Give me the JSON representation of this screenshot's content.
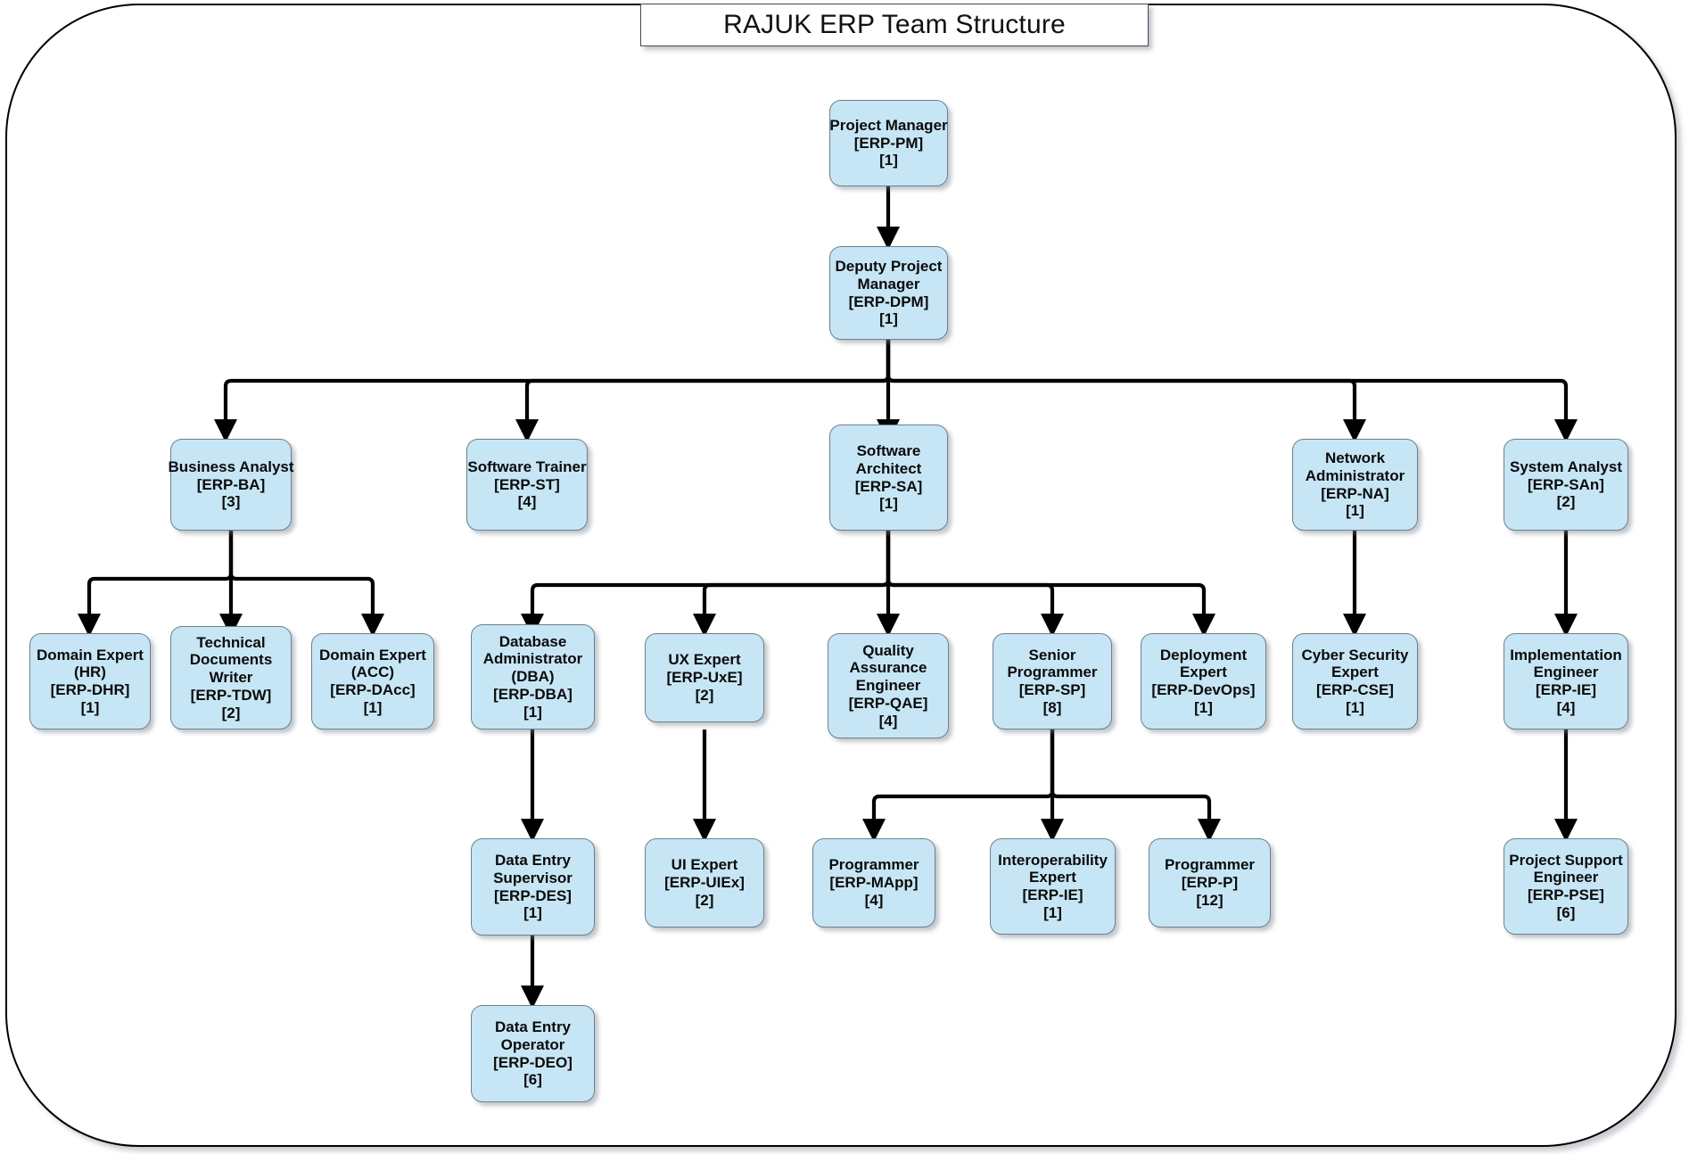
{
  "diagram": {
    "title": "RAJUK ERP Team Structure",
    "type": "organization-chart",
    "node_fill": "#c7e6f5",
    "node_border": "#6f7f8c",
    "edge_color": "#000000",
    "background": "#ffffff"
  },
  "nodes": [
    {
      "id": "pm",
      "role": "Project Manager",
      "code": "[ERP-PM]",
      "count": "[1]",
      "lines": [
        "Project Manager",
        "[ERP-PM]",
        "[1]"
      ]
    },
    {
      "id": "dpm",
      "role": "Deputy Project Manager",
      "code": "[ERP-DPM]",
      "count": "[1]",
      "lines": [
        "Deputy Project",
        "Manager",
        "[ERP-DPM]",
        "[1]"
      ]
    },
    {
      "id": "ba",
      "role": "Business Analyst",
      "code": "[ERP-BA]",
      "count": "[3]",
      "lines": [
        "Business Analyst",
        "[ERP-BA]",
        "[3]"
      ]
    },
    {
      "id": "st",
      "role": "Software Trainer",
      "code": "[ERP-ST]",
      "count": "[4]",
      "lines": [
        "Software Trainer",
        "[ERP-ST]",
        "[4]"
      ]
    },
    {
      "id": "sa",
      "role": "Software Architect",
      "code": "[ERP-SA]",
      "count": "[1]",
      "lines": [
        "Software",
        "Architect",
        "[ERP-SA]",
        "[1]"
      ]
    },
    {
      "id": "na",
      "role": "Network Administrator",
      "code": "[ERP-NA]",
      "count": "[1]",
      "lines": [
        "Network",
        "Administrator",
        "[ERP-NA]",
        "[1]"
      ]
    },
    {
      "id": "san",
      "role": "System Analyst",
      "code": "[ERP-SAn]",
      "count": "[2]",
      "lines": [
        "System Analyst",
        "[ERP-SAn]",
        "[2]"
      ]
    },
    {
      "id": "dhr",
      "role": "Domain Expert (HR)",
      "code": "[ERP-DHR]",
      "count": "[1]",
      "lines": [
        "Domain Expert",
        "(HR)",
        "[ERP-DHR]",
        "[1]"
      ]
    },
    {
      "id": "tdw",
      "role": "Technical Documents Writer",
      "code": "[ERP-TDW]",
      "count": "[2]",
      "lines": [
        "Technical",
        "Documents",
        "Writer",
        "[ERP-TDW]",
        "[2]"
      ]
    },
    {
      "id": "dacc",
      "role": "Domain Expert (ACC)",
      "code": "[ERP-DAcc]",
      "count": "[1]",
      "lines": [
        "Domain Expert",
        "(ACC)",
        "[ERP-DAcc]",
        "[1]"
      ]
    },
    {
      "id": "dba",
      "role": "Database Administrator (DBA)",
      "code": "[ERP-DBA]",
      "count": "[1]",
      "lines": [
        "Database",
        "Administrator",
        "(DBA)",
        "[ERP-DBA]",
        "[1]"
      ]
    },
    {
      "id": "uxe",
      "role": "UX Expert",
      "code": "[ERP-UxE]",
      "count": "[2]",
      "lines": [
        "UX Expert",
        "[ERP-UxE]",
        "[2]"
      ]
    },
    {
      "id": "qae",
      "role": "Quality Assurance Engineer",
      "code": "[ERP-QAE]",
      "count": "[4]",
      "lines": [
        "Quality",
        "Assurance",
        "Engineer",
        "[ERP-QAE]",
        "[4]"
      ]
    },
    {
      "id": "sp",
      "role": "Senior Programmer",
      "code": "[ERP-SP]",
      "count": "[8]",
      "lines": [
        "Senior",
        "Programmer",
        "[ERP-SP]",
        "[8]"
      ]
    },
    {
      "id": "devops",
      "role": "Deployment Expert",
      "code": "[ERP-DevOps]",
      "count": "[1]",
      "lines": [
        "Deployment",
        "Expert",
        "[ERP-DevOps]",
        "[1]"
      ]
    },
    {
      "id": "cse",
      "role": "Cyber Security Expert",
      "code": "[ERP-CSE]",
      "count": "[1]",
      "lines": [
        "Cyber Security",
        "Expert",
        "[ERP-CSE]",
        "[1]"
      ]
    },
    {
      "id": "ie",
      "role": "Implementation Engineer",
      "code": "[ERP-IE]",
      "count": "[4]",
      "lines": [
        "Implementation",
        "Engineer",
        "[ERP-IE]",
        "[4]"
      ]
    },
    {
      "id": "des",
      "role": "Data Entry Supervisor",
      "code": "[ERP-DES]",
      "count": "[1]",
      "lines": [
        "Data Entry",
        "Supervisor",
        "[ERP-DES]",
        "[1]"
      ]
    },
    {
      "id": "uiex",
      "role": "UI Expert",
      "code": "[ERP-UIEx]",
      "count": "[2]",
      "lines": [
        "UI Expert",
        "[ERP-UIEx]",
        "[2]"
      ]
    },
    {
      "id": "mapp",
      "role": "Programmer",
      "code": "[ERP-MApp]",
      "count": "[4]",
      "lines": [
        "Programmer",
        "[ERP-MApp]",
        "[4]"
      ]
    },
    {
      "id": "iexp",
      "role": "Interoperability Expert",
      "code": "[ERP-IE]",
      "count": "[1]",
      "lines": [
        "Interoperability",
        "Expert",
        "[ERP-IE]",
        "[1]"
      ]
    },
    {
      "id": "prog",
      "role": "Programmer",
      "code": "[ERP-P]",
      "count": "[12]",
      "lines": [
        "Programmer",
        "[ERP-P]",
        "[12]"
      ]
    },
    {
      "id": "deo",
      "role": "Data Entry Operator",
      "code": "[ERP-DEO]",
      "count": "[6]",
      "lines": [
        "Data Entry",
        "Operator",
        "[ERP-DEO]",
        "[6]"
      ]
    },
    {
      "id": "pse",
      "role": "Project Support Engineer",
      "code": "[ERP-PSE]",
      "count": "[6]",
      "lines": [
        "Project Support",
        "Engineer",
        "[ERP-PSE]",
        "[6]"
      ]
    }
  ],
  "edges": [
    {
      "from": "pm",
      "to": "dpm"
    },
    {
      "from": "dpm",
      "to": "ba"
    },
    {
      "from": "dpm",
      "to": "st"
    },
    {
      "from": "dpm",
      "to": "sa"
    },
    {
      "from": "dpm",
      "to": "na"
    },
    {
      "from": "dpm",
      "to": "san"
    },
    {
      "from": "ba",
      "to": "dhr"
    },
    {
      "from": "ba",
      "to": "tdw"
    },
    {
      "from": "ba",
      "to": "dacc"
    },
    {
      "from": "sa",
      "to": "dba"
    },
    {
      "from": "sa",
      "to": "uxe"
    },
    {
      "from": "sa",
      "to": "qae"
    },
    {
      "from": "sa",
      "to": "sp"
    },
    {
      "from": "sa",
      "to": "devops"
    },
    {
      "from": "na",
      "to": "cse"
    },
    {
      "from": "san",
      "to": "ie"
    },
    {
      "from": "dba",
      "to": "des"
    },
    {
      "from": "uxe",
      "to": "uiex"
    },
    {
      "from": "sp",
      "to": "mapp"
    },
    {
      "from": "sp",
      "to": "iexp"
    },
    {
      "from": "sp",
      "to": "prog"
    },
    {
      "from": "des",
      "to": "deo"
    },
    {
      "from": "ie",
      "to": "pse"
    }
  ]
}
